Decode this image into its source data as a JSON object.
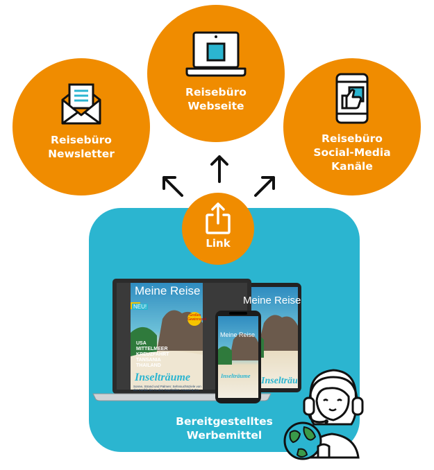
{
  "channels": {
    "newsletter": "Reisebüro\nNewsletter",
    "website": "Reisebüro\nWebseite",
    "social": "Reisebüro\nSocial-Media\nKanäle"
  },
  "link_label": "Link",
  "caption": "Bereitgestelltes\nWerbemittel",
  "magazine": {
    "title": "Meine Reise",
    "subtitle": "Das Magazin für Ihren Reiseurlaub",
    "badge": "NEU!",
    "destinations": "USA\nMITTELMEER\nKREUZFAHRT\nTANSANIA\nTHAILAND",
    "headline": "Inselträume",
    "teaser": "Sonne, Strand und Palmen: Sehnsuchtsziele von der Karibik bis zu den Seychellen, Hawaii & Co.",
    "sticker": "Großes Gewinnspiel"
  },
  "colors": {
    "orange": "#f08c00",
    "teal": "#2bb5d0",
    "icon_fill": "#2bb5d0"
  }
}
